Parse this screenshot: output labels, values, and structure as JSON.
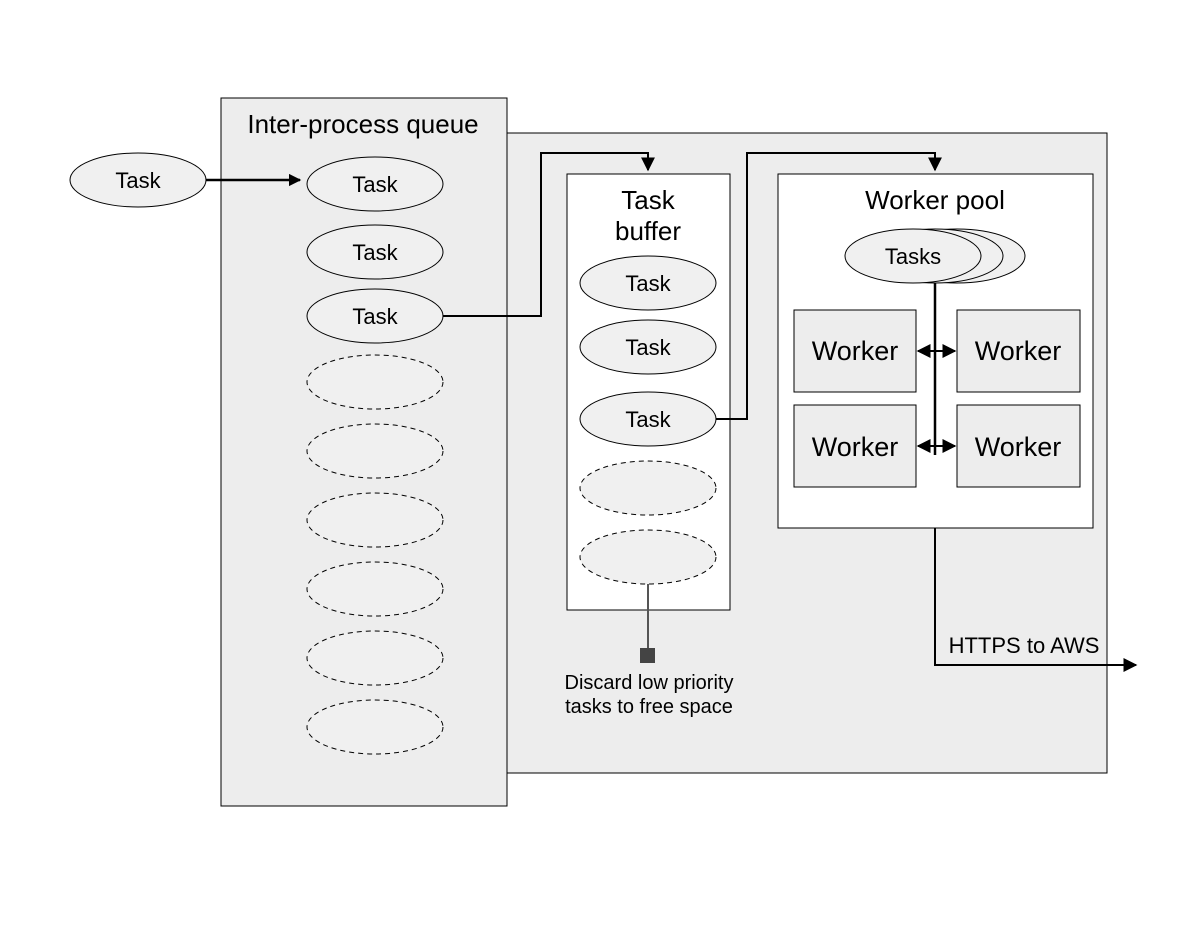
{
  "incoming_task": {
    "label": "Task"
  },
  "queue": {
    "title": "Inter-process queue",
    "filled_tasks": [
      "Task",
      "Task",
      "Task"
    ],
    "empty_slots": 6
  },
  "buffer": {
    "title_line1": "Task",
    "title_line2": "buffer",
    "filled_tasks": [
      "Task",
      "Task",
      "Task"
    ],
    "empty_slots": 2,
    "discard_note_line1": "Discard low priority",
    "discard_note_line2": "tasks to free space"
  },
  "pool": {
    "title": "Worker pool",
    "tasks_label": "Tasks",
    "workers": [
      "Worker",
      "Worker",
      "Worker",
      "Worker"
    ]
  },
  "output": {
    "label": "HTTPS to AWS"
  },
  "colors": {
    "panel_fill": "#ededed",
    "ellipse_fill": "#f0f0f0",
    "stroke": "#000000",
    "connector_gray": "#555555",
    "discard_square": "#444444"
  }
}
